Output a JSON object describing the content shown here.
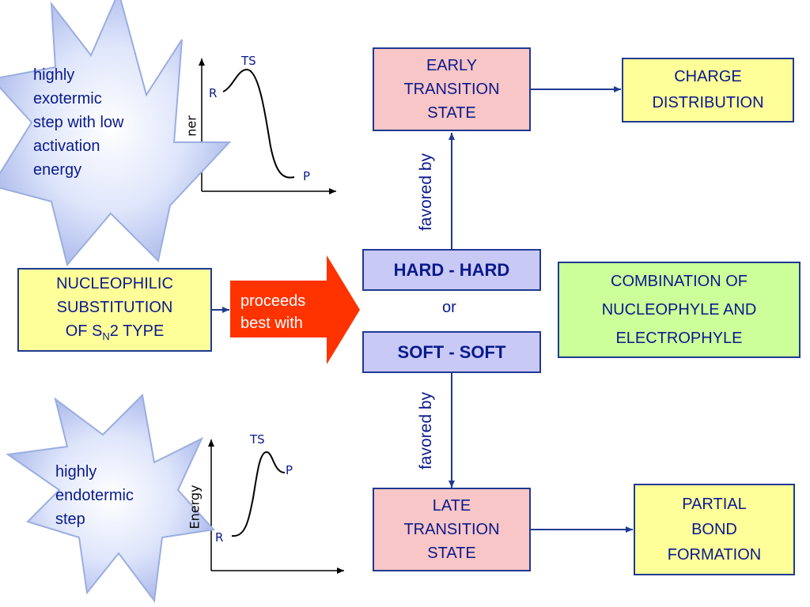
{
  "nodes": {
    "early_ts": [
      "EARLY",
      "TRANSITION",
      "STATE"
    ],
    "charge": [
      "CHARGE",
      "DISTRIBUTION"
    ],
    "hard_hard": "HARD - HARD",
    "or": "or",
    "soft_soft": "SOFT - SOFT",
    "combination": [
      "COMBINATION OF",
      "NUCLEOPHYLE AND",
      "ELECTROPHYLE"
    ],
    "nucleophilic": {
      "line1": "NUCLEOPHILIC",
      "line2": "SUBSTITUTION",
      "line3_pre": "OF S",
      "line3_sub": "N",
      "line3_post": "2 TYPE"
    },
    "late_ts": [
      "LATE",
      "TRANSITION",
      "STATE"
    ],
    "partial": [
      "PARTIAL",
      "BOND",
      "FORMATION"
    ]
  },
  "edges": {
    "favored_by_top": "favored by",
    "favored_by_bottom": "favored by",
    "proceeds": [
      "proceeds",
      "best with"
    ]
  },
  "stars": {
    "top": [
      "highly",
      "exotermic",
      "step with low",
      "activation",
      "energy"
    ],
    "bottom": [
      "highly",
      "endotermic",
      "step"
    ]
  },
  "energy_top": {
    "ts": "TS",
    "r": "R",
    "p": "P",
    "axis_fragment": "ner"
  },
  "energy_bottom": {
    "ts": "TS",
    "r": "R",
    "p": "P",
    "axis_fragment": "Energy"
  },
  "colors": {
    "text": "#0a1a8c",
    "border": "#1f3a93",
    "pink": "#f8c6c6",
    "yellow": "#ffff99",
    "lavender": "#c9c9f6",
    "green": "#ccff99",
    "red_arrow": "#ff3300"
  }
}
